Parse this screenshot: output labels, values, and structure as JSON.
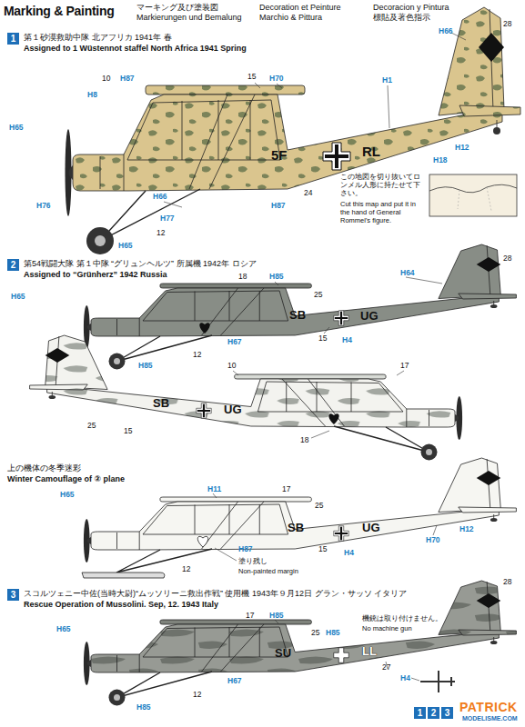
{
  "diagram": {
    "title": "Marking & Painting",
    "labels": [
      "マーキング及び塗装図",
      "Markierungen und Bemalung",
      "Decoration et Peinture",
      "Marchio & Pittura",
      "Decoracion y Pintura",
      "標貼及著色指示",
      "1",
      "第１砂漠救助中隊 北アフリカ 1941年 春",
      "Assigned to 1 Wüstennot staffel North Africa 1941 Spring",
      "H66",
      "28",
      "10",
      "H87",
      "H8",
      "15",
      "H70",
      "H1",
      "H65",
      "5F",
      "RL",
      "24",
      "H12",
      "H18",
      "H76",
      "H66",
      "H87",
      "H77",
      "12",
      "H65",
      "この地図を切り抜いてロンメル人形に持たせて下さい。",
      "Cut this map and put it in the hand of General Rommel's figure.",
      "2",
      "第54戦闘大隊 第１中隊 “グリュンヘルツ” 所属機 1942年 ロシア",
      "Assigned to “Grünherz” 1942 Russia",
      "18",
      "H85",
      "25",
      "H64",
      "28",
      "H65",
      "SB",
      "UG",
      "15",
      "H4",
      "H67",
      "12",
      "H85",
      "10",
      "17",
      "SB",
      "UG",
      "25",
      "15",
      "18",
      "上の機体の冬季迷彩",
      "Winter Camouflage of ② plane",
      "H65",
      "H11",
      "17",
      "25",
      "SB",
      "UG",
      "H12",
      "H70",
      "H87",
      "15",
      "H4",
      "12",
      "塗り残し",
      "Non-painted margin",
      "3",
      "スコルツェニー中佐(当時大尉)“ムッソリーニ救出作戦” 使用機 1943年９月12日 グラン・サッソ イタリア",
      "Rescue Operation of Mussolini. Sep, 12. 1943 Italy",
      "28",
      "機銃は取り付けません。",
      "No machine gun",
      "H85",
      "17",
      "25",
      "SU",
      "LL",
      "H65",
      "H85",
      "H67",
      "12",
      "H85",
      "27",
      "H4",
      "1",
      "2",
      "3",
      "PATRICK",
      "MODELISME.COM"
    ]
  }
}
